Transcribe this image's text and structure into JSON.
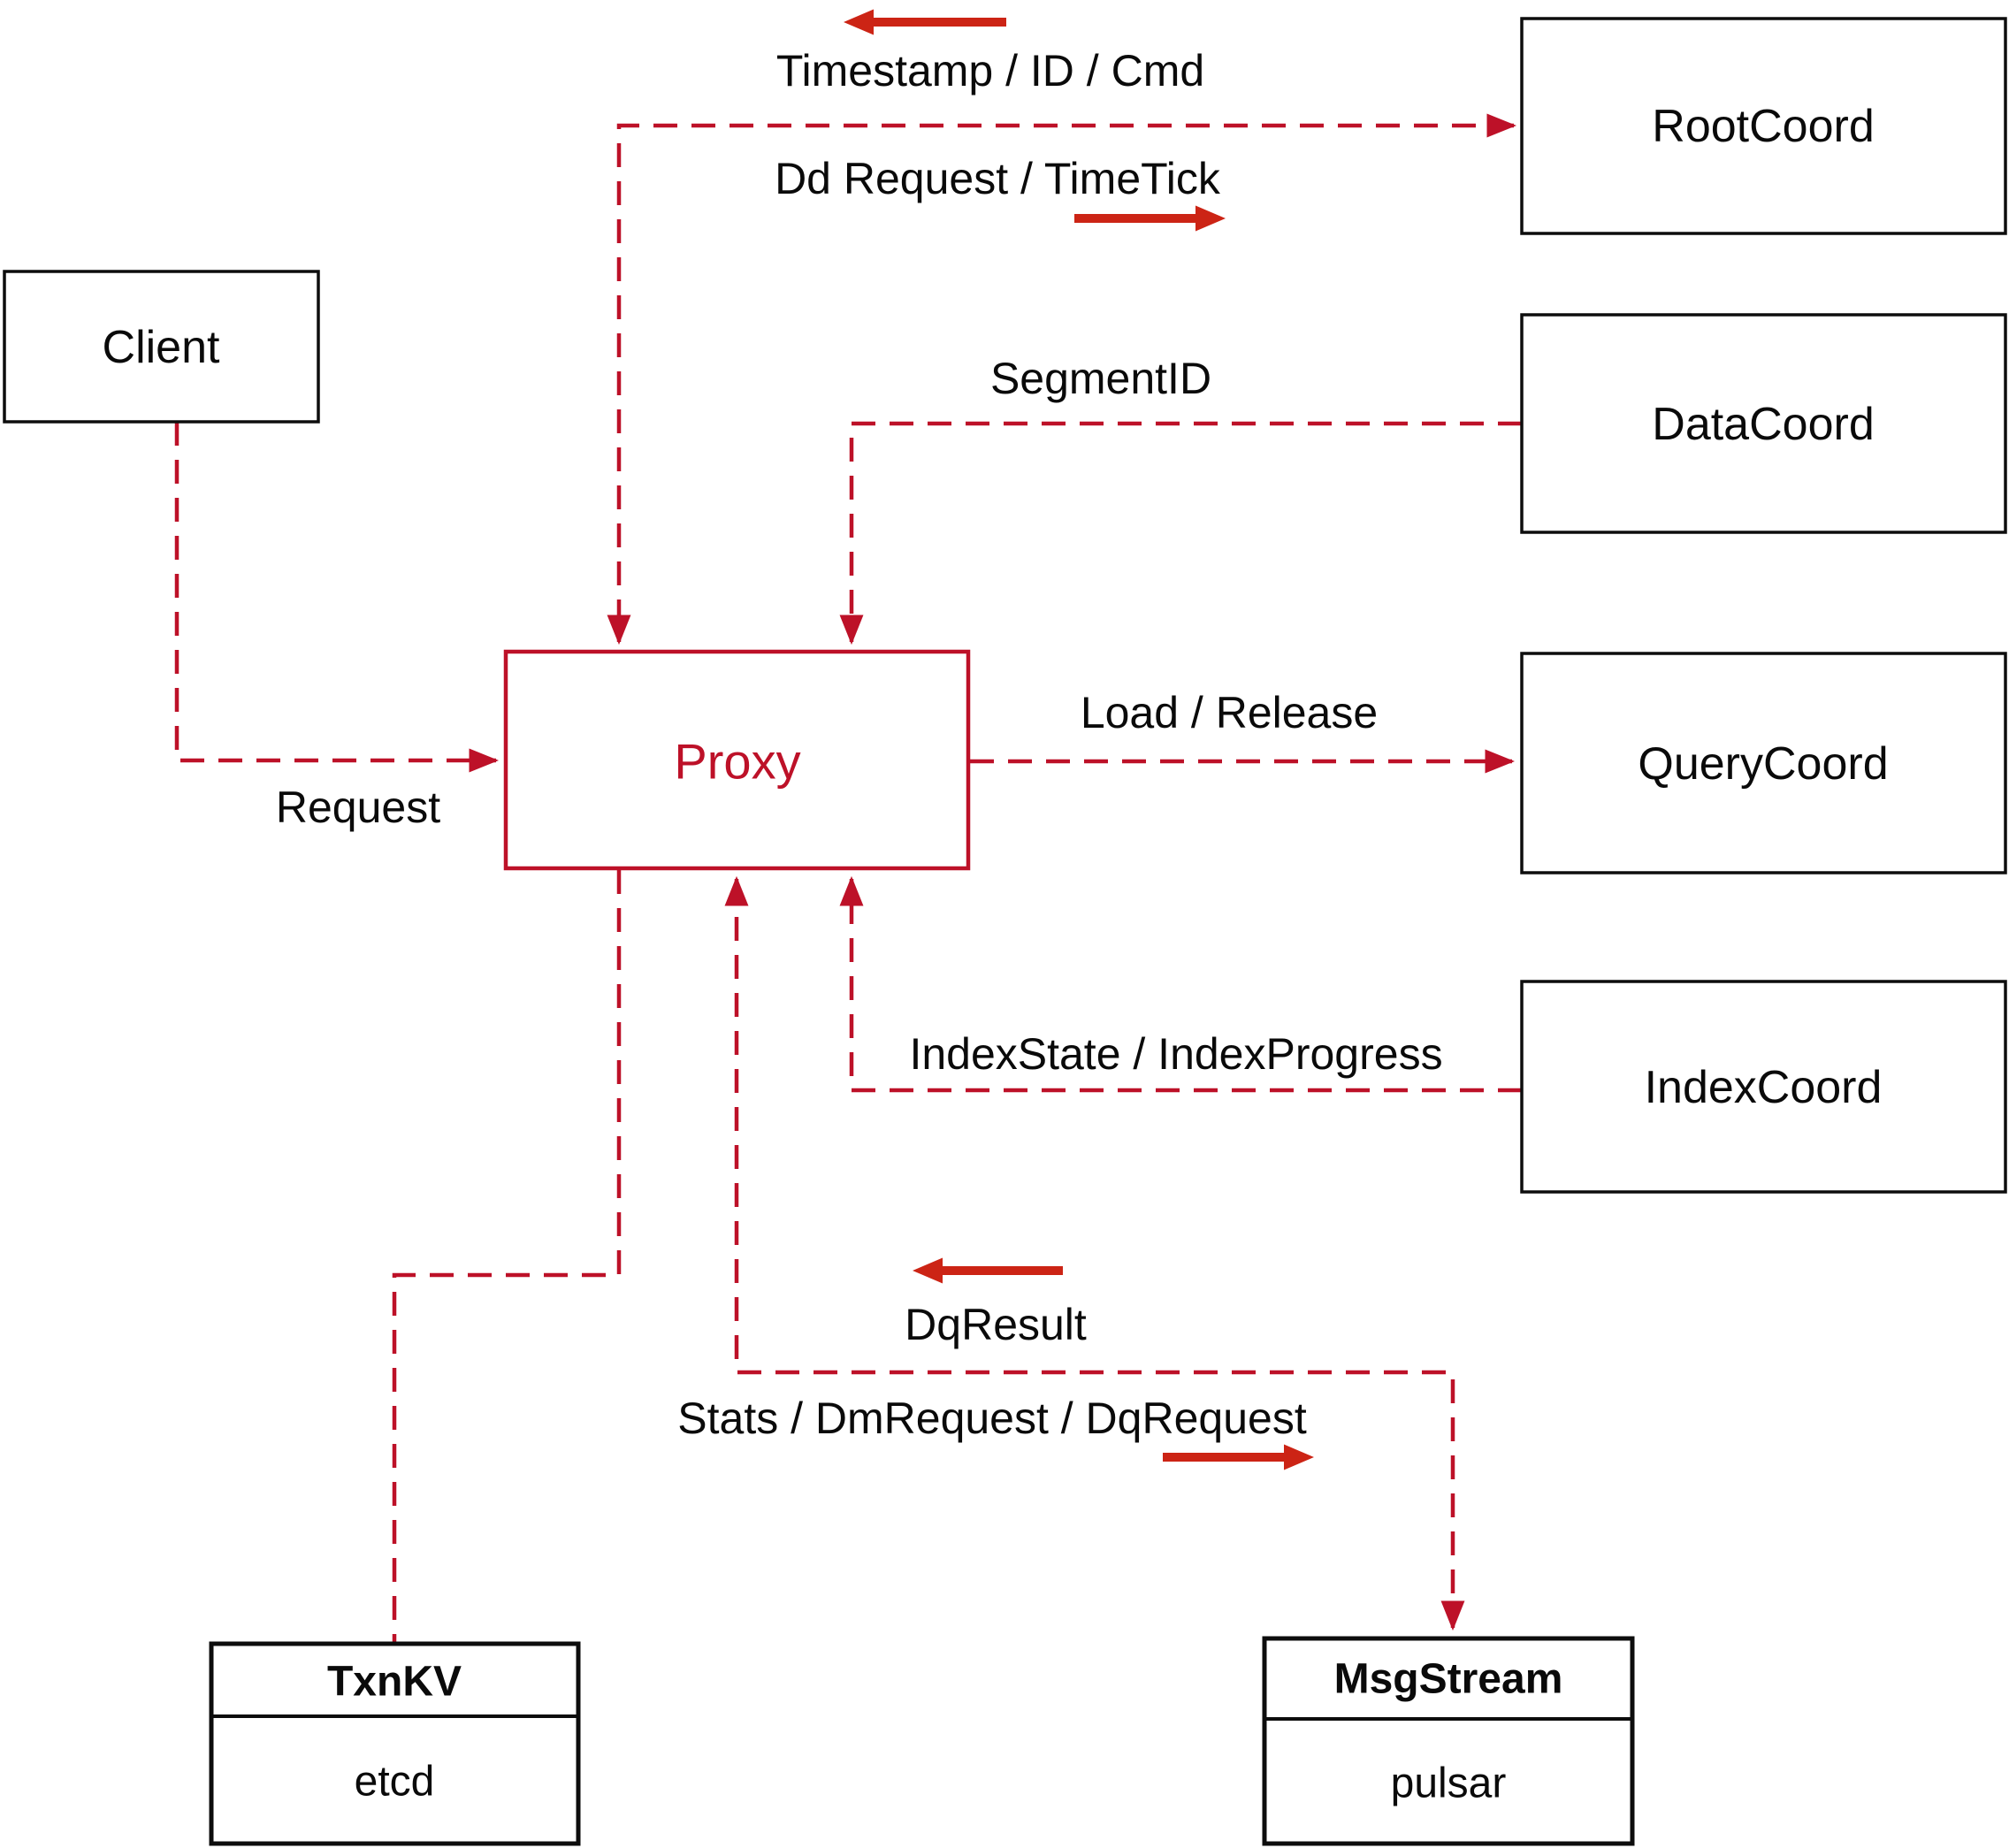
{
  "nodes": {
    "client": {
      "label": "Client"
    },
    "proxy": {
      "label": "Proxy"
    },
    "root_coord": {
      "label": "RootCoord"
    },
    "data_coord": {
      "label": "DataCoord"
    },
    "query_coord": {
      "label": "QueryCoord"
    },
    "index_coord": {
      "label": "IndexCoord"
    },
    "txn_kv": {
      "title": "TxnKV",
      "impl": "etcd"
    },
    "msg_stream": {
      "title": "MsgStream",
      "impl": "pulsar"
    }
  },
  "edge_labels": {
    "root_return": "Timestamp / ID / Cmd",
    "root_send": "Dd Request / TimeTick",
    "segment_id": "SegmentID",
    "request": "Request",
    "load_release": "Load / Release",
    "index_state": "IndexState / IndexProgress",
    "dq_result": "DqResult",
    "stats_send": "Stats / DmRequest / DqRequest"
  },
  "colors": {
    "line_red": "#bd1128",
    "arrow_red": "#cc2415",
    "box_border": "#0d0d0d",
    "text_black": "#0a0a0a",
    "background": "#ffffff"
  }
}
